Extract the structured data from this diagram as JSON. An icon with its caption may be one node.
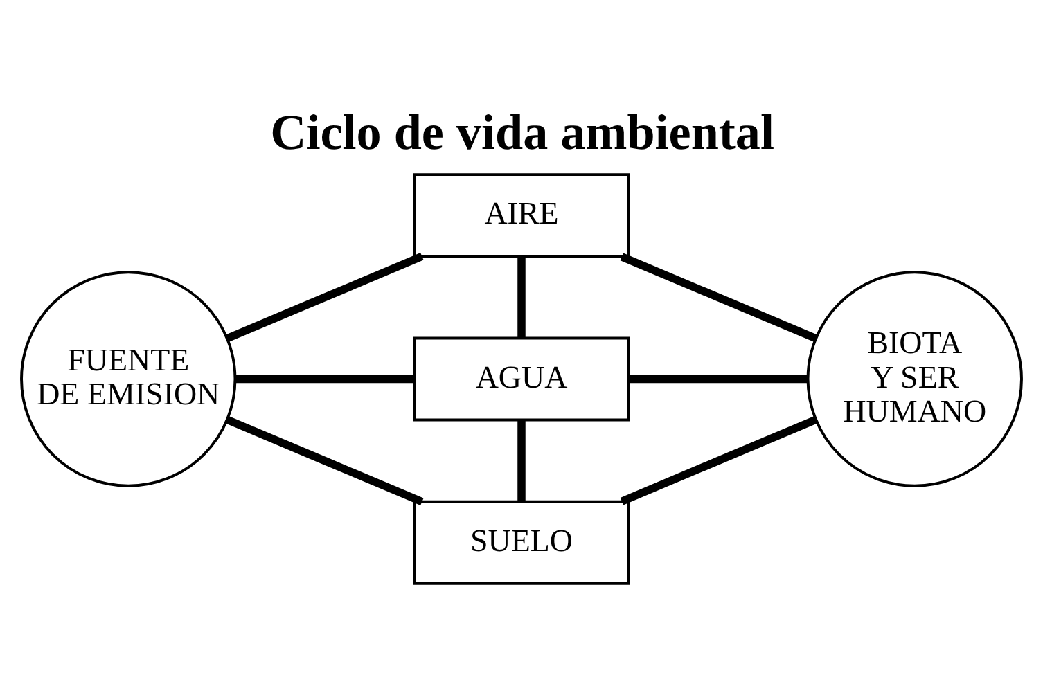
{
  "diagram": {
    "title": "Ciclo de vida ambiental",
    "nodes": [
      {
        "text": [
          "FUENTE DE EMISION"
        ]
      },
      {
        "text": [
          "AIRE"
        ]
      },
      {
        "text": [
          "AGUA"
        ]
      },
      {
        "text": [
          "SUELO"
        ]
      },
      {
        "text": [
          "BIOTA Y SER HUMANO"
        ]
      }
    ],
    "edges": [
      {
        "from": 0,
        "to": 1,
        "arrow": "none"
      },
      {
        "from": 1,
        "to": 4,
        "arrow": "none"
      },
      {
        "from": 1,
        "to": 2,
        "arrow": "none"
      },
      {
        "from": 0,
        "to": 2,
        "arrow": "none"
      },
      {
        "from": 2,
        "to": 4,
        "arrow": "none"
      },
      {
        "from": 2,
        "to": 3,
        "arrow": "none"
      },
      {
        "from": 0,
        "to": 3,
        "arrow": "none"
      },
      {
        "from": 3,
        "to": 4,
        "arrow": "none"
      }
    ]
  }
}
